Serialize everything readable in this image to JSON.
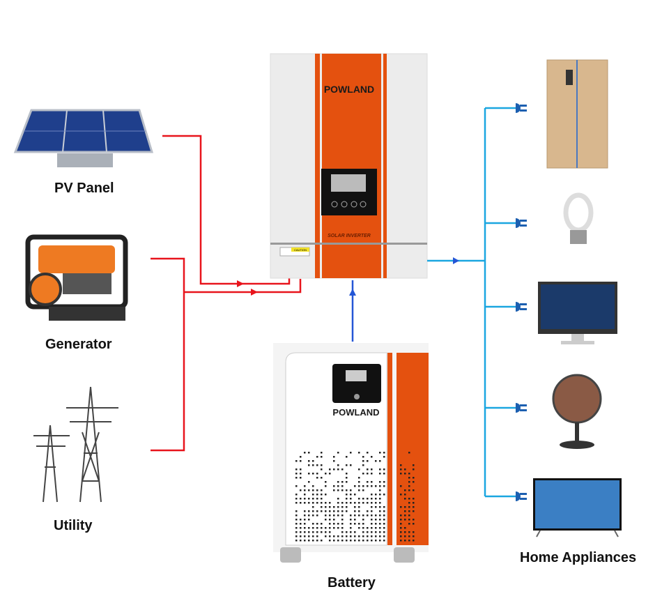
{
  "labels": {
    "pv_panel": "PV Panel",
    "generator": "Generator",
    "utility": "Utility",
    "battery": "Battery",
    "home_appliances": "Home Appliances"
  },
  "inverter": {
    "brand": "POWLAND",
    "model_text": "SOLAR INVERTER",
    "caution_label": "CAUTION"
  },
  "battery_unit": {
    "brand": "POWLAND"
  },
  "appliances": [
    "refrigerator",
    "light-bulb",
    "monitor",
    "fan",
    "television"
  ],
  "colors": {
    "ac_input_line": "#e8141c",
    "battery_line": "#2456d6",
    "output_line": "#1aa6e0",
    "plug": "#1c5fb0",
    "brand_orange": "#e4510f"
  }
}
